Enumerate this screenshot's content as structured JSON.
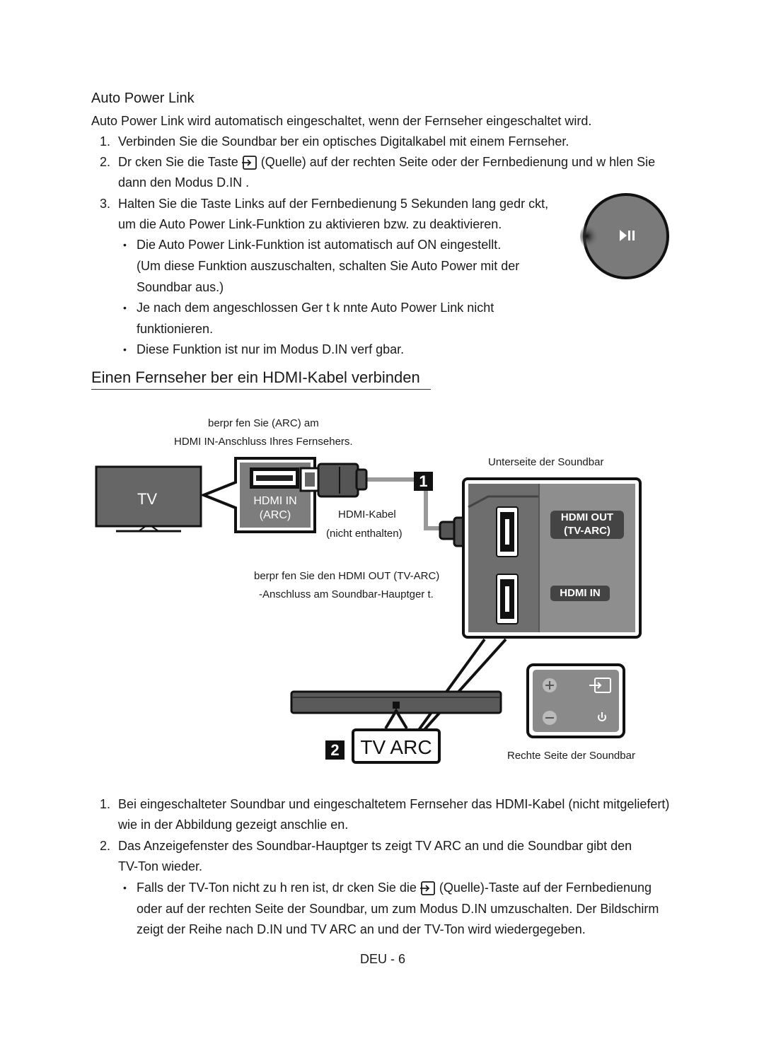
{
  "subheading": "Auto Power Link",
  "intro": "Auto Power Link wird automatisch eingeschaltet, wenn der Fernseher eingeschaltet wird.",
  "steps_a": [
    {
      "num": "1.",
      "line1": "Verbinden Sie die Soundbar  ber ein optisches Digitalkabel mit einem Fernseher."
    },
    {
      "num": "2.",
      "line1_pre": "Dr cken Sie die Taste",
      "line1_post": "(Quelle) auf der rechten Seite oder der Fernbedienung und w hlen Sie",
      "line2": "dann den Modus D.IN ."
    },
    {
      "num": "3.",
      "line1": "Halten Sie die Taste Links auf der Fernbedienung 5 Sekunden lang gedr ckt,",
      "line2": "um die Auto Power Link-Funktion zu aktivieren bzw. zu deaktivieren."
    }
  ],
  "bullets_a": [
    {
      "lines": [
        "Die Auto Power Link-Funktion ist automatisch auf ON eingestellt.",
        "(Um diese Funktion auszuschalten, schalten Sie Auto Power mit der",
        "Soundbar aus.)"
      ]
    },
    {
      "lines": [
        "Je nach dem angeschlossen Ger t k nnte Auto Power Link nicht",
        "funktionieren."
      ]
    },
    {
      "lines": [
        "Diese Funktion ist nur im Modus D.IN  verf gbar."
      ]
    }
  ],
  "section_heading": "Einen Fernseher  ber ein HDMI-Kabel verbinden",
  "diagram": {
    "check_tv_line1": " berpr fen Sie (ARC) am",
    "check_tv_line2": "HDMI IN-Anschluss Ihres Fernsehers.",
    "tv_label": "TV",
    "hdmi_in_label": "HDMI IN",
    "arc_label": "(ARC)",
    "cable_line1": "HDMI-Kabel",
    "cable_line2": "(nicht enthalten)",
    "step1_marker": "1",
    "bottom_label": "Unterseite der Soundbar",
    "hdmi_out_label": "HDMI OUT",
    "tv_arc_port_label": "(TV-ARC)",
    "hdmi_in_port_label": "HDMI IN",
    "check_sb_line1": " berpr fen Sie den HDMI OUT (TV-ARC)",
    "check_sb_line2": "-Anschluss am Soundbar-Hauptger t.",
    "step2_marker": "2",
    "display_text": "TV ARC",
    "right_side_label": "Rechte Seite der Soundbar"
  },
  "steps_b": [
    {
      "num": "1.",
      "line1": "Bei eingeschalteter Soundbar und eingeschaltetem Fernseher das HDMI-Kabel (nicht mitgeliefert)",
      "line2": "wie in der Abbildung gezeigt anschlie en."
    },
    {
      "num": "2.",
      "line1": "Das Anzeigefenster des Soundbar-Hauptger ts zeigt TV ARC an und die Soundbar gibt den",
      "line2": "TV-Ton wieder."
    }
  ],
  "bullet_b": {
    "line1_pre": "Falls der TV-Ton nicht zu h ren ist, dr cken Sie die",
    "line1_post": "(Quelle)-Taste auf der Fernbedienung",
    "line2": "oder auf der rechten Seite der Soundbar, um zum Modus D.IN  umzuschalten. Der Bildschirm",
    "line3": "zeigt der Reihe nach D.IN  und  TV ARC an und der TV-Ton wird wiedergegeben."
  },
  "footer": "DEU - 6",
  "bullet_symbol": "•"
}
